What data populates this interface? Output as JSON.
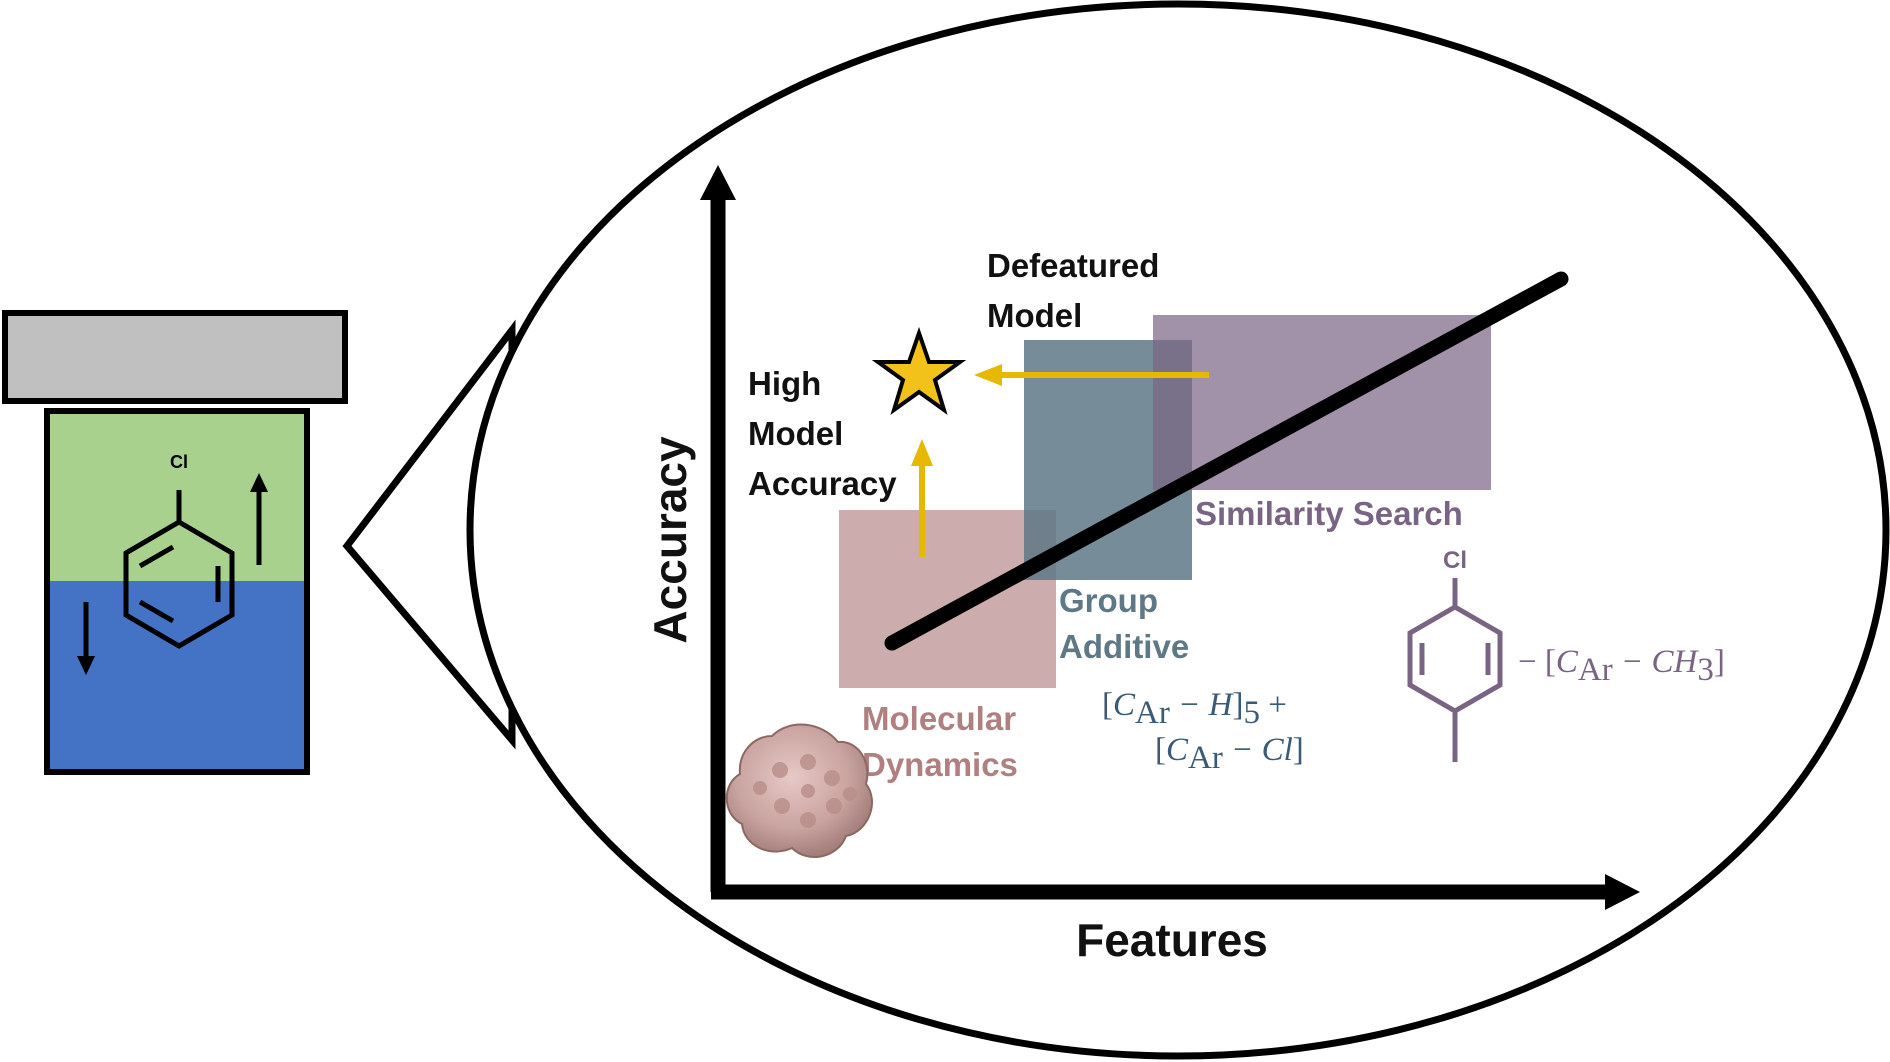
{
  "diagram": {
    "x_axis_label": "Features",
    "y_axis_label": "Accuracy",
    "defeatured_label": [
      "Defeatured",
      "Model"
    ],
    "high_accuracy_label": [
      "High",
      "Model",
      "Accuracy"
    ],
    "methods": [
      {
        "name": "md",
        "label": [
          "Molecular",
          "Dynamics"
        ],
        "color": "#b07f80"
      },
      {
        "name": "ga",
        "label": [
          "Group",
          "Additive"
        ],
        "color": "#5e7886"
      },
      {
        "name": "ss",
        "label": [
          "Similarity Search"
        ],
        "color": "#7a6484"
      }
    ],
    "vial": {
      "cap_color": "#c0c0c0",
      "top_phase_color": "#a9d18e",
      "bottom_phase_color": "#4472c4",
      "substituent": "Cl"
    },
    "group_additive_formula": {
      "line1": {
        "bracket_open": "[",
        "c": "C",
        "sub": "Ar",
        "rest": " − H",
        "bracket_close": "]",
        "index": "5",
        "tail": " +"
      },
      "line2": {
        "bracket_open": "[",
        "c": "C",
        "sub": "Ar",
        "rest": " − Cl",
        "bracket_close": "]"
      }
    },
    "similarity_formula": {
      "prefix": "− [",
      "c": "C",
      "sub": "Ar",
      "rest": " − CH",
      "index": "3",
      "suffix": "]"
    },
    "similarity_substituent": "Cl",
    "accent_color": "#e6b800"
  }
}
